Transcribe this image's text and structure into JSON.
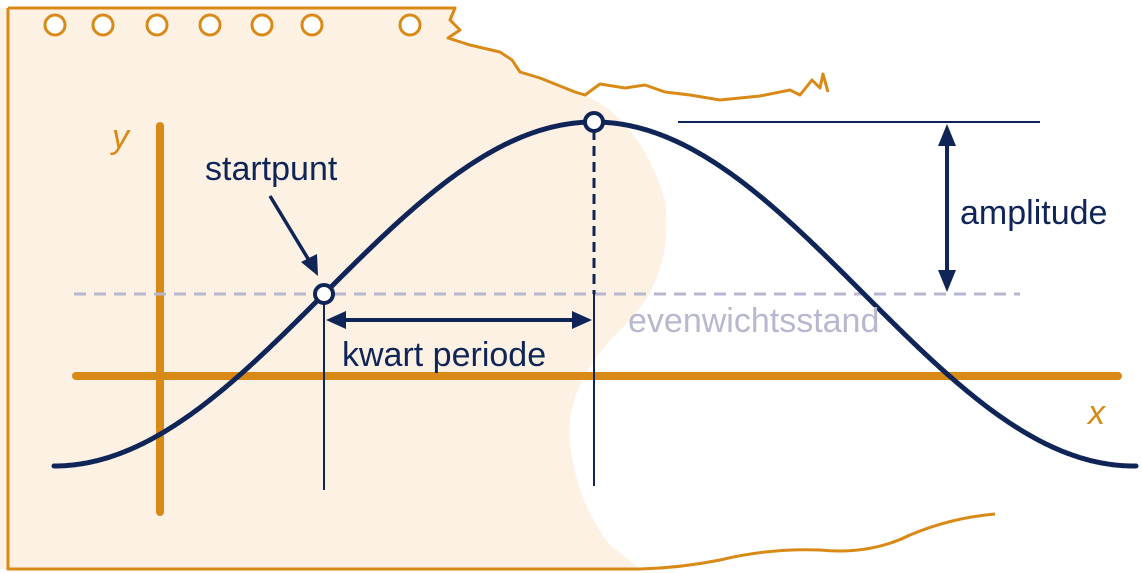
{
  "labels": {
    "y_axis": "y",
    "x_axis": "x",
    "start_point": "startpunt",
    "amplitude": "amplitude",
    "equilibrium": "evenwichtsstand",
    "quarter_period": "kwart periode"
  },
  "colors": {
    "curve": "#0f2557",
    "axis": "#d98a16",
    "paper_fill": "#fdf1e4",
    "paper_edge": "#d98a16",
    "equilibrium_line": "#b7b8cf",
    "background": "#ffffff"
  }
}
